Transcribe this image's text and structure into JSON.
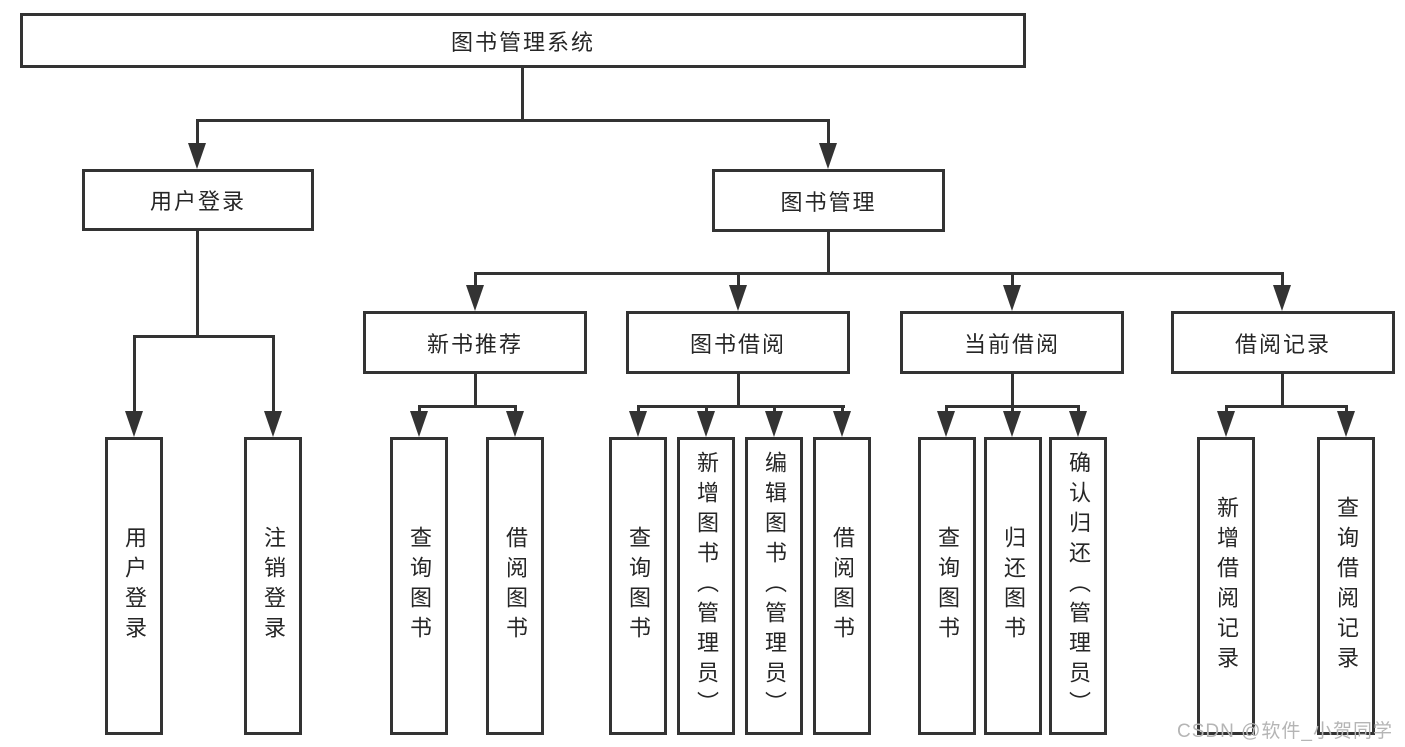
{
  "diagram": {
    "root": {
      "label": "图书管理系统"
    },
    "branches": [
      {
        "label": "用户登录",
        "children": [
          {
            "label": "用户登录"
          },
          {
            "label": "注销登录"
          }
        ]
      },
      {
        "label": "图书管理",
        "children": [
          {
            "label": "新书推荐",
            "children": [
              {
                "label": "查询图书"
              },
              {
                "label": "借阅图书"
              }
            ]
          },
          {
            "label": "图书借阅",
            "children": [
              {
                "label": "查询图书"
              },
              {
                "label": "新增图书（管理员）"
              },
              {
                "label": "编辑图书（管理员）"
              },
              {
                "label": "借阅图书"
              }
            ]
          },
          {
            "label": "当前借阅",
            "children": [
              {
                "label": "查询图书"
              },
              {
                "label": "归还图书"
              },
              {
                "label": "确认归还（管理员）"
              }
            ]
          },
          {
            "label": "借阅记录",
            "children": [
              {
                "label": "新增借阅记录"
              },
              {
                "label": "查询借阅记录"
              }
            ]
          }
        ]
      }
    ]
  },
  "watermark": {
    "text": "CSDN @软件_小贺同学"
  },
  "colors": {
    "line": "#333333",
    "text": "#262626",
    "watermark": "#b5b5b5",
    "background": "#ffffff"
  }
}
